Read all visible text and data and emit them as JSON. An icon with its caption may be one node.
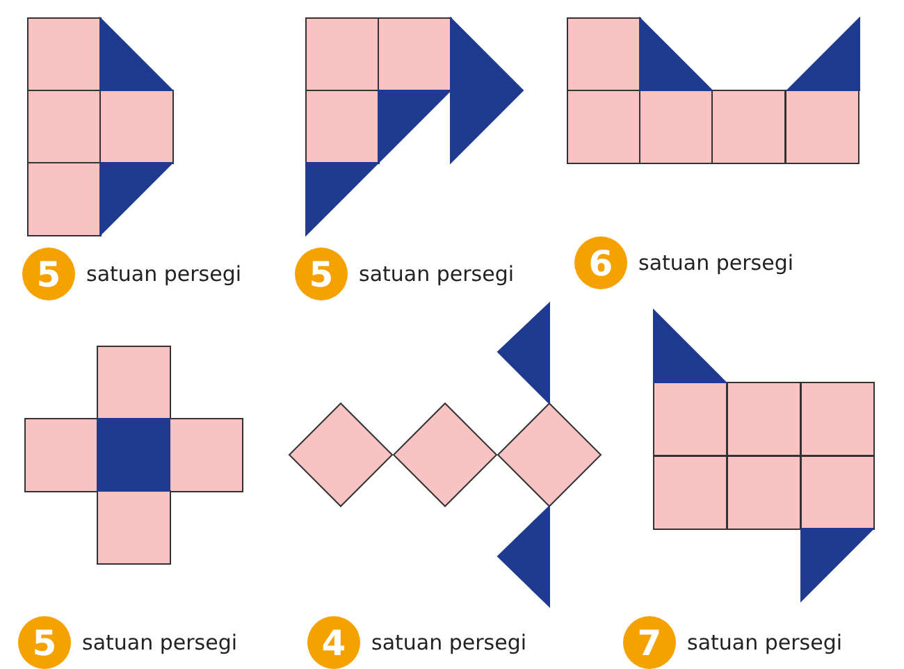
{
  "diagram": {
    "nodes": [
      {
        "text": [
          "5"
        ],
        "beside": [
          "satuan persegi"
        ]
      },
      {
        "text": [
          "5"
        ],
        "beside": [
          "satuan persegi"
        ]
      },
      {
        "text": [
          "6"
        ],
        "beside": [
          "satuan persegi"
        ]
      },
      {
        "text": [
          "5"
        ],
        "beside": [
          "satuan persegi"
        ]
      },
      {
        "text": [
          "4"
        ],
        "beside": [
          "satuan persegi"
        ]
      },
      {
        "text": [
          "7"
        ],
        "beside": [
          "satuan persegi"
        ]
      }
    ]
  }
}
